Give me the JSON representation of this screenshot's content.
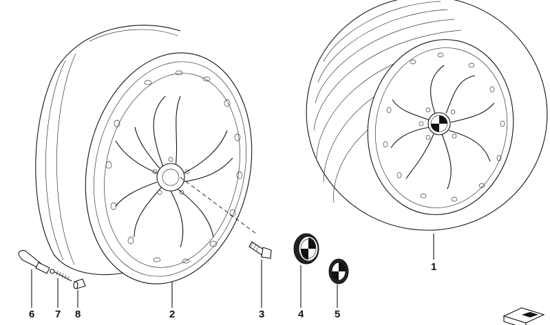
{
  "callouts": [
    {
      "id": "1",
      "label": "1"
    },
    {
      "id": "2",
      "label": "2"
    },
    {
      "id": "3",
      "label": "3"
    },
    {
      "id": "4",
      "label": "4"
    },
    {
      "id": "5",
      "label": "5"
    },
    {
      "id": "6",
      "label": "6"
    },
    {
      "id": "7",
      "label": "7"
    },
    {
      "id": "8",
      "label": "8"
    }
  ],
  "parts": [
    {
      "callout": "1",
      "icon": "complete-wheel-with-tire"
    },
    {
      "callout": "2",
      "icon": "alloy-rim-star-spoke"
    },
    {
      "callout": "3",
      "icon": "wheel-bolt"
    },
    {
      "callout": "4",
      "icon": "hub-cap-with-emblem"
    },
    {
      "callout": "5",
      "icon": "emblem-badge"
    },
    {
      "callout": "6",
      "icon": "valve-stem"
    },
    {
      "callout": "7",
      "icon": "valve-core"
    },
    {
      "callout": "8",
      "icon": "valve-cap"
    }
  ]
}
